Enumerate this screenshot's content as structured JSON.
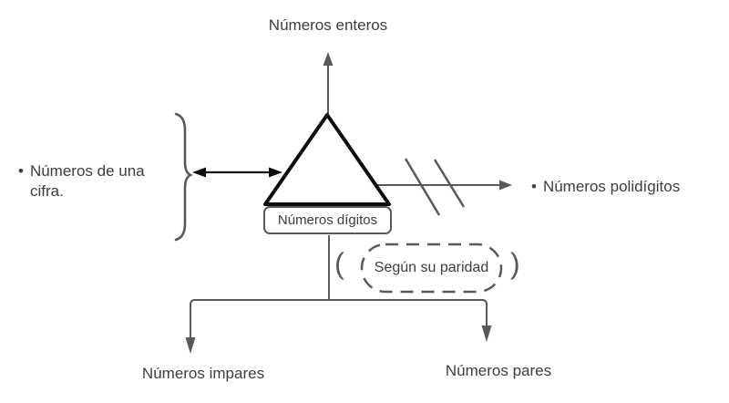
{
  "colors": {
    "background": "#ffffff",
    "gray_line": "#595959",
    "black_line": "#0d0d0d",
    "text": "#3d3d3d"
  },
  "nodes": {
    "top_label": "Números enteros",
    "left_note": {
      "bullet": "•",
      "text": "Números de una cifra."
    },
    "digit_box_label": "Números dígitos",
    "right_note": {
      "bullet": "•",
      "text": "Números polidígitos"
    },
    "parity": {
      "open_paren": "(",
      "text": "Según su paridad",
      "close_paren": ")"
    },
    "bottom_left_label": "Números impares",
    "bottom_right_label": "Números pares"
  }
}
